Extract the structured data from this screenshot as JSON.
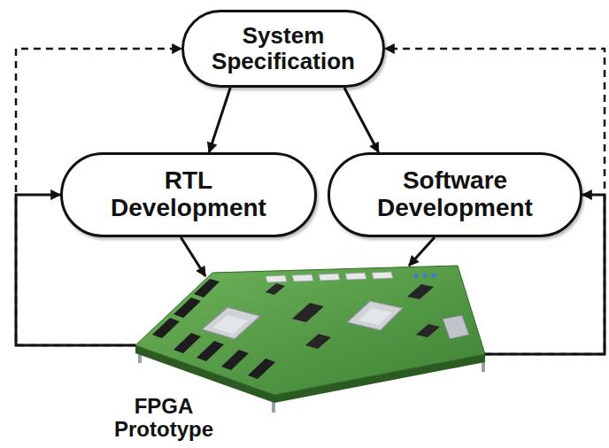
{
  "diagram": {
    "nodes": [
      {
        "text": [
          "System Specification"
        ]
      },
      {
        "text": [
          "RTL Development"
        ]
      },
      {
        "text": [
          "Software Development"
        ]
      },
      {
        "text": [
          "FPGA Prototype"
        ]
      }
    ],
    "edges": [
      {
        "from": 0,
        "to": 1,
        "arrow": "to"
      },
      {
        "from": 0,
        "to": 2,
        "arrow": "to"
      },
      {
        "from": 1,
        "to": 3,
        "arrow": "to"
      },
      {
        "from": 2,
        "to": 3,
        "arrow": "to"
      },
      {
        "from": 3,
        "to": 1,
        "arrow": "to"
      },
      {
        "from": 3,
        "to": 0,
        "arrow": "to"
      },
      {
        "from": 3,
        "to": 2,
        "arrow": "to"
      },
      {
        "from": 3,
        "to": 0,
        "arrow": "to"
      }
    ]
  }
}
